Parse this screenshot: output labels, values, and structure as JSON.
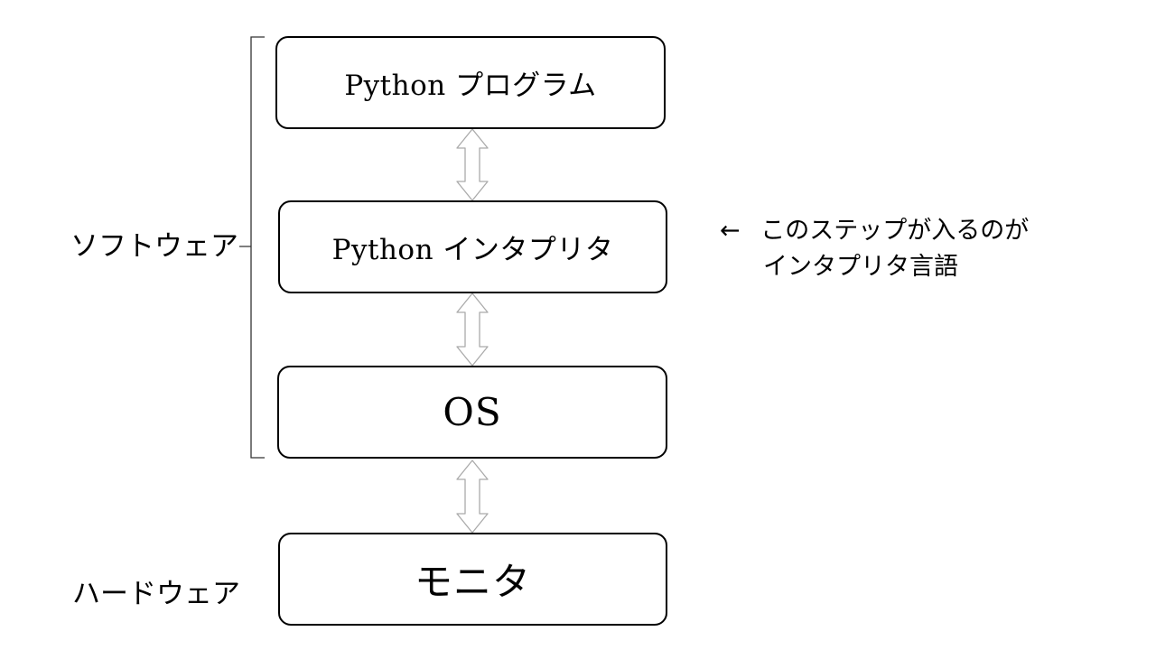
{
  "layers": [
    {
      "label": "Python プログラム"
    },
    {
      "label": "Python インタプリタ"
    },
    {
      "label": "OS"
    },
    {
      "label": "モニタ"
    }
  ],
  "groups": {
    "software": "ソフトウェア",
    "hardware": "ハードウェア"
  },
  "note": {
    "arrow": "←",
    "line1": "このステップが入るのが",
    "line2": "インタプリタ言語"
  }
}
